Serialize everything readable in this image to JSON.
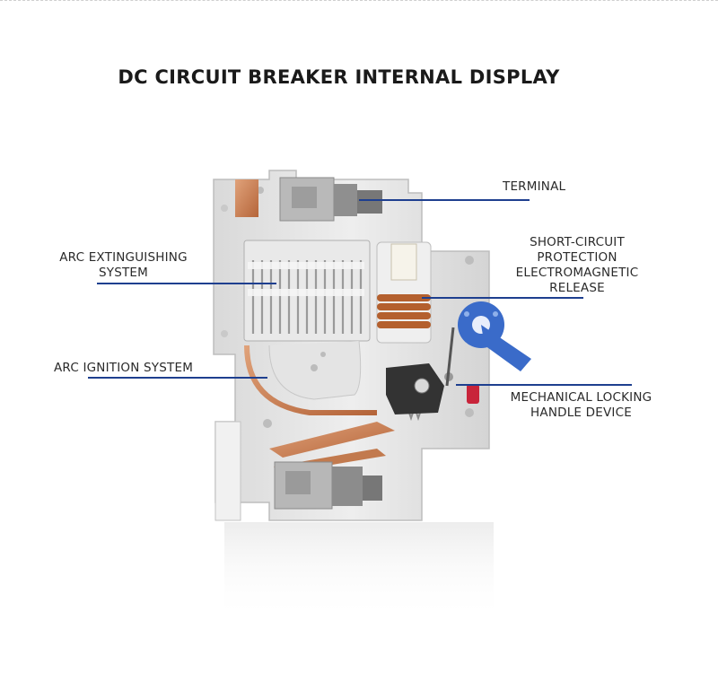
{
  "title": "DC CIRCUIT BREAKER INTERNAL DISPLAY",
  "callouts": {
    "terminal": {
      "lines": [
        "TERMINAL"
      ]
    },
    "arc_extinguishing": {
      "lines": [
        "ARC EXTINGUISHING",
        "SYSTEM"
      ]
    },
    "short_circuit": {
      "lines": [
        "SHORT-CIRCUIT",
        "PROTECTION",
        "ELECTROMAGNETIC",
        "RELEASE"
      ]
    },
    "arc_ignition": {
      "lines": [
        "ARC IGNITION SYSTEM"
      ]
    },
    "mechanical_locking": {
      "lines": [
        "MECHANICAL LOCKING",
        "HANDLE DEVICE"
      ]
    }
  },
  "colors": {
    "leader_line": "#1e3f8f",
    "housing": "#e3e3e3",
    "copper": "#c8784a",
    "handle": "#3a6bc9",
    "text": "#2a2a2a"
  }
}
